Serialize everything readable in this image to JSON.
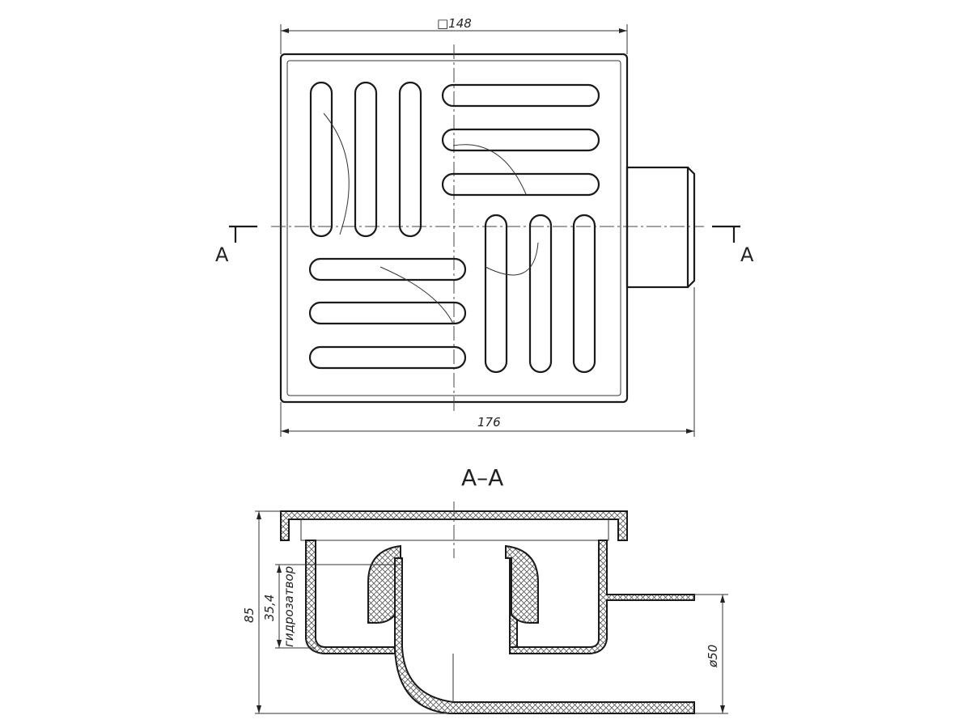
{
  "top_view": {
    "dim_width_label": "□148",
    "dim_total_label": "176",
    "section_mark_left": "A",
    "section_mark_right": "A"
  },
  "section_view": {
    "title": "A–A",
    "dim_height_label": "85",
    "dim_seal_label": "35,4",
    "seal_caption": "гидрозатвор",
    "dim_outlet_label": "ø50"
  }
}
